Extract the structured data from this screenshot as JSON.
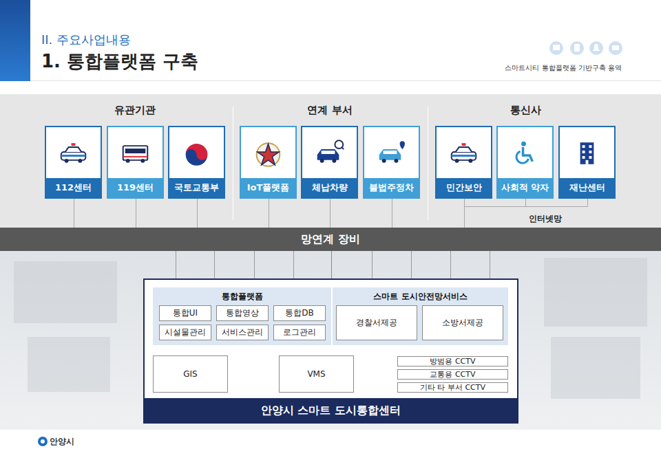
{
  "diagram": {
    "title": "1. 통합플랫폼 구축",
    "nodes": [
      {
        "text": [
          "112센터"
        ]
      },
      {
        "text": [
          "119센터"
        ]
      },
      {
        "text": [
          "국토교통부"
        ]
      },
      {
        "text": [
          "IoT플랫폼"
        ]
      },
      {
        "text": [
          "체납차량"
        ]
      },
      {
        "text": [
          "불법주정차"
        ]
      },
      {
        "text": [
          "민간보안"
        ]
      },
      {
        "text": [
          "사회적 약자"
        ]
      },
      {
        "text": [
          "재난센터"
        ]
      },
      {
        "text": [
          "망연계 장비"
        ]
      },
      {
        "text": [
          "안양시 스마트 도시통합센터"
        ]
      },
      {
        "text": [
          "통합플랫폼"
        ],
        "in": 10
      },
      {
        "text": [
          "통합UI"
        ],
        "in": 11
      },
      {
        "text": [
          "통합영상"
        ],
        "in": 11
      },
      {
        "text": [
          "통합DB"
        ],
        "in": 11
      },
      {
        "text": [
          "시설물관리"
        ],
        "in": 11
      },
      {
        "text": [
          "서비스관리"
        ],
        "in": 11
      },
      {
        "text": [
          "로그관리"
        ],
        "in": 11
      },
      {
        "text": [
          "스마트 도시안전망서비스"
        ],
        "in": 10
      },
      {
        "text": [
          "경찰서제공"
        ],
        "in": 18
      },
      {
        "text": [
          "소방서제공"
        ],
        "in": 18
      },
      {
        "text": [
          "GIS"
        ],
        "in": 10
      },
      {
        "text": [
          "VMS"
        ],
        "in": 10
      },
      {
        "text": [
          "방범용 CCTV"
        ],
        "in": 10
      },
      {
        "text": [
          "교통용 CCTV"
        ],
        "in": 10
      },
      {
        "text": [
          "기타 타 부서 CCTV"
        ],
        "in": 10
      }
    ],
    "edges": [
      {
        "from": 0,
        "to": 9,
        "arrow": "none"
      },
      {
        "from": 1,
        "to": 9,
        "arrow": "none"
      },
      {
        "from": 2,
        "to": 9,
        "arrow": "none"
      },
      {
        "from": 3,
        "to": 9,
        "arrow": "none"
      },
      {
        "from": 4,
        "to": 9,
        "arrow": "none"
      },
      {
        "from": 5,
        "to": 9,
        "arrow": "none"
      },
      {
        "from": 6,
        "to": 9,
        "arrow": "none"
      },
      {
        "from": 7,
        "to": 9,
        "arrow": "none"
      },
      {
        "from": 8,
        "to": 9,
        "arrow": "none"
      },
      {
        "from": 9,
        "to": 10,
        "arrow": "none"
      },
      {
        "from": 11,
        "to": 21,
        "arrow": "none"
      },
      {
        "from": 11,
        "to": 22,
        "arrow": "none"
      },
      {
        "from": 21,
        "to": 22,
        "arrow": "none"
      },
      {
        "from": 22,
        "to": 23,
        "arrow": "none"
      },
      {
        "from": 22,
        "to": 24,
        "arrow": "none"
      },
      {
        "from": 22,
        "to": 25,
        "arrow": "none"
      }
    ],
    "labels": [
      "II. 주요사업내용",
      "스마트시티 통합플랫폼 기반구축 용역",
      "유관기관",
      "연계 부서",
      "통신사",
      "인터넷망",
      "안양시"
    ]
  }
}
